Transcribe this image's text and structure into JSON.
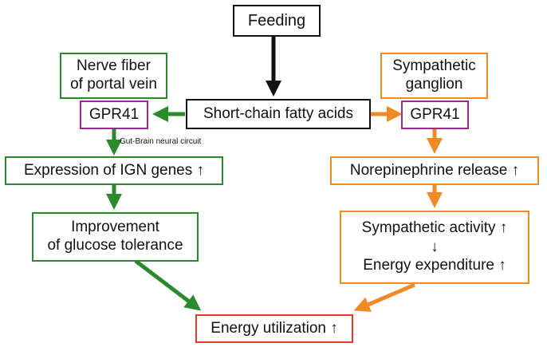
{
  "nodes": {
    "feeding": "Feeding",
    "scfa": "Short-chain fatty acids",
    "nerve_fiber": [
      "Nerve fiber",
      "of portal vein"
    ],
    "gpr41_left": "GPR41",
    "sympathetic_ganglion": [
      "Sympathetic",
      "ganglion"
    ],
    "gpr41_right": "GPR41",
    "ign_expression": "Expression of IGN genes ↑",
    "glucose": [
      "Improvement",
      "of glucose tolerance"
    ],
    "norepinephrine": "Norepinephrine release ↑",
    "sympathetic_activity": "Sympathetic activity ↑",
    "down_arrow": "↓",
    "energy_expenditure": "Energy expenditure ↑",
    "energy_utilization": "Energy utilization ↑"
  },
  "labels": {
    "gut_brain": "Gut-Brain neural circuit"
  },
  "colors": {
    "black": "#111111",
    "green": "#2b8a2b",
    "orange": "#f08a24",
    "purple": "#9b2c8c",
    "red": "#e03a2c"
  }
}
